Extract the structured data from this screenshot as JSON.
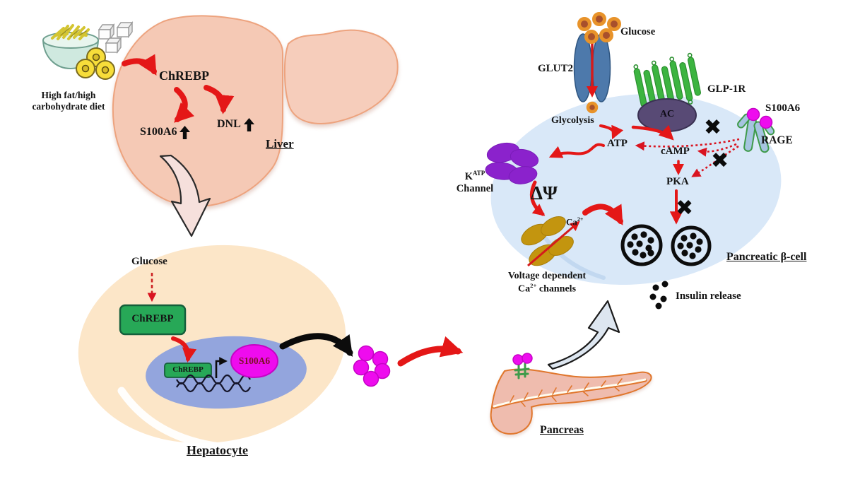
{
  "diet": {
    "line1": "High fat/high",
    "line2": "carbohydrate diet"
  },
  "liver": {
    "chrebp": "ChREBP",
    "s100a6": "S100A6",
    "dnl": "DNL",
    "label": "Liver"
  },
  "hepatocyte": {
    "glucose": "Glucose",
    "chrebp": "ChREBP",
    "chrebp_nuclear": "ChREBP",
    "s100a6": "S100A6",
    "label": "Hepatocyte"
  },
  "pancreas": {
    "label": "Pancreas"
  },
  "beta_cell": {
    "glucose": "Glucose",
    "glut2": "GLUT2",
    "glp1r": "GLP-1R",
    "ac": "AC",
    "s100a6": "S100A6",
    "rage": "RAGE",
    "glycolysis": "Glycolysis",
    "atp": "ATP",
    "camp": "cAMP",
    "pka": "PKA",
    "katp_k": "K",
    "katp_sup": "ATP",
    "katp_line2": "Channel",
    "delta_psi": "ΔΨ",
    "ca": "Ca",
    "ca_sup": "2+",
    "vdcc_line1": "Voltage dependent",
    "vdcc_ca": "Ca",
    "vdcc_ca_sup": "2+",
    "vdcc_rest": " channels",
    "label": "Pancreatic β-cell",
    "insulin_release": "Insulin release"
  },
  "icons": {
    "inhibit_x": "✖"
  },
  "colors": {
    "arrow_red": "#e41717",
    "magenta": "#ee0cee",
    "chrebp_green": "#27a857",
    "cell_blue": "#d9e8f8",
    "nucleus_blue": "#93a5dd",
    "liver_pink": "#f5c9b5",
    "hepatocyte_cream": "#fce6c8",
    "pancreas_pink": "#efbcae",
    "katp_purple": "#8b22cc",
    "vdcc_gold": "#c3950f",
    "glut2_blue": "#4d79ab",
    "ac_purple": "#584a75",
    "glp1r_green": "#38b53c",
    "black": "#111111"
  }
}
